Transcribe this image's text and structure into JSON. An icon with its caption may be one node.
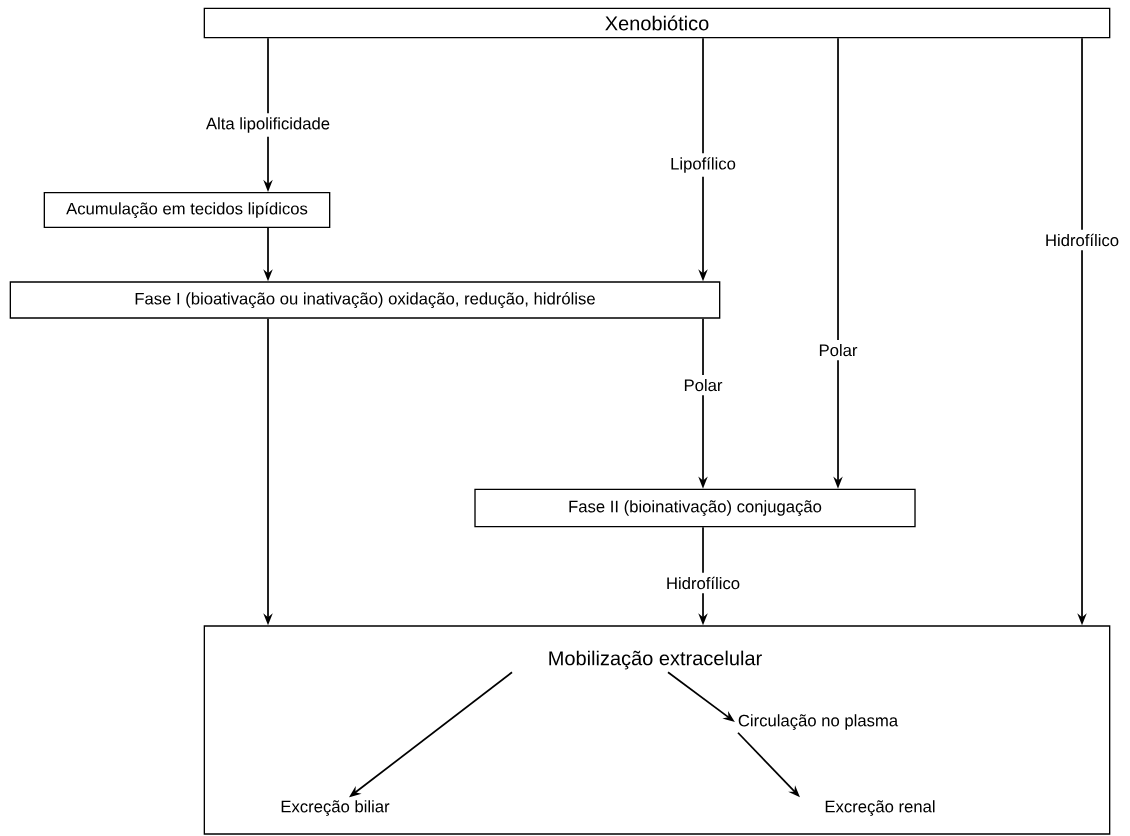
{
  "diagram": {
    "nodes": [
      {
        "text": [
          "Xenobiótico"
        ]
      },
      {
        "text": [
          "Acumulação em tecidos lipídicos"
        ]
      },
      {
        "text": [
          "Fase I (bioativação ou inativação) oxidação, redução, hidrólise"
        ]
      },
      {
        "text": [
          "Fase II (bioinativação) conjugação"
        ]
      },
      {
        "text": [],
        "shape": "box"
      },
      {
        "text": [
          "Mobilização extracelular"
        ],
        "in": 4
      },
      {
        "text": [
          "Circulação no plasma"
        ],
        "in": 4
      },
      {
        "text": [
          "Excreção biliar"
        ],
        "in": 4
      },
      {
        "text": [
          "Excreção renal"
        ],
        "in": 4
      }
    ],
    "edges": [
      {
        "from": 0,
        "to": 1,
        "arrow": "to",
        "label": "Alta lipolificidade"
      },
      {
        "from": 1,
        "to": 2,
        "arrow": "to"
      },
      {
        "from": 0,
        "to": 2,
        "arrow": "to",
        "label": "Lipofílico"
      },
      {
        "from": 2,
        "to": 4,
        "arrow": "to"
      },
      {
        "from": 0,
        "to": 3,
        "arrow": "to",
        "label": "Polar"
      },
      {
        "from": 2,
        "to": 3,
        "arrow": "to",
        "label": "Polar"
      },
      {
        "from": 0,
        "to": 4,
        "arrow": "to",
        "label": "Hidrofílico"
      },
      {
        "from": 3,
        "to": 4,
        "arrow": "to",
        "label": "Hidrofílico"
      },
      {
        "from": 5,
        "to": 7,
        "arrow": "to"
      },
      {
        "from": 5,
        "to": 6,
        "arrow": "to"
      },
      {
        "from": 6,
        "to": 8,
        "arrow": "to"
      }
    ]
  }
}
